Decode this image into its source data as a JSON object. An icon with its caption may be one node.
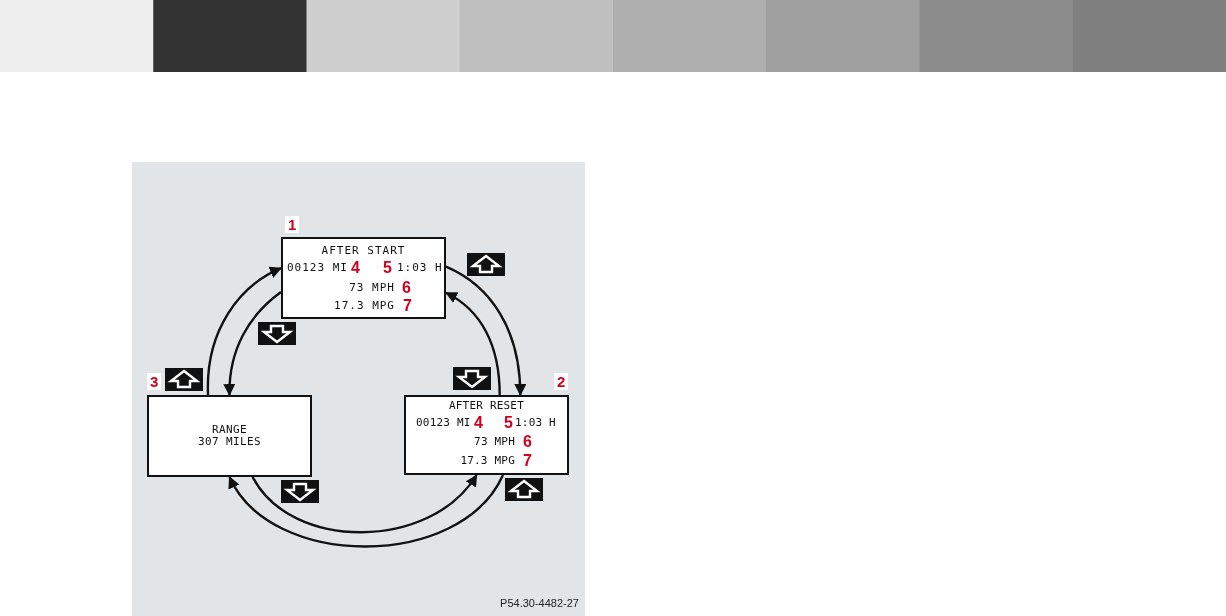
{
  "diagram": {
    "nodes": [
      {
        "text": [
          "AFTER START",
          "00123 MI",
          "4",
          "5",
          "1:03 H",
          "73 MPH",
          "6",
          "17.3 MPG",
          "7"
        ],
        "beside": [
          "1"
        ]
      },
      {
        "text": [
          "RANGE",
          "307 MILES"
        ],
        "beside": [
          "3"
        ]
      },
      {
        "text": [
          "AFTER RESET",
          "00123 MI",
          "4",
          "5",
          "1:03 H",
          "73 MPH",
          "6",
          "17.3 MPG",
          "7"
        ],
        "beside": [
          "2"
        ]
      }
    ],
    "edges": [
      {
        "from": 1,
        "to": 0,
        "arrow": "to"
      },
      {
        "from": 0,
        "to": 1,
        "arrow": "to"
      },
      {
        "from": 0,
        "to": 2,
        "arrow": "to"
      },
      {
        "from": 2,
        "to": 0,
        "arrow": "to"
      },
      {
        "from": 1,
        "to": 2,
        "arrow": "to"
      },
      {
        "from": 2,
        "to": 1,
        "arrow": "to"
      }
    ],
    "labels": [
      "P54.30-4482-27"
    ]
  }
}
